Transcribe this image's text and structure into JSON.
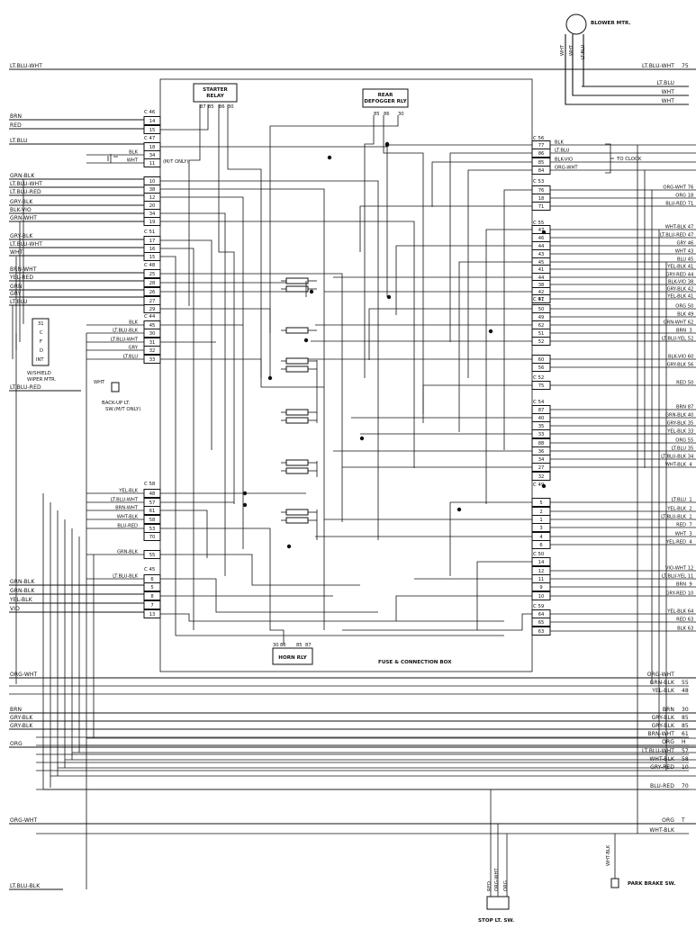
{
  "components": {
    "blower_motor": "BLOWER MTR.",
    "blower_wires": [
      "WHT",
      "WHT",
      "LT.BLU"
    ],
    "starter_relay": "STARTER RELAY",
    "starter_pins": [
      "87",
      "85",
      "86",
      "30"
    ],
    "defogger_relay": "REAR DEFOGGER RLY",
    "defogger_pins": [
      "85",
      "86",
      "30"
    ],
    "horn_relay": "HORN RLY",
    "horn_pins": [
      "30",
      "86",
      "85",
      "87"
    ],
    "fuse_box": "FUSE & CONNECTION BOX",
    "to_clock": "TO CLOCK",
    "mt_only": "(M/T ONLY)",
    "wiper_motor": "W/SHIELD WIPER MTR.",
    "wiper_pins": [
      "31",
      "C",
      "F",
      "D",
      "INT"
    ],
    "backup_switch": "BACK-UP LT. SW. (M/T ONLY)",
    "park_brake_switch": "PARK BRAKE SW.",
    "stop_light_switch": "STOP LT. SW.",
    "stop_wires": [
      "RED",
      "ORG-WHT",
      "ORG"
    ],
    "park_wire": "WHT-BLK"
  },
  "connectors": [
    "C 46",
    "C 47",
    "C 51",
    "C 48",
    "C 44",
    "C 58",
    "C 45",
    "C 56",
    "C 53",
    "C 55",
    "C 57",
    "C 52",
    "C 54",
    "C 49",
    "C 50",
    "C 59"
  ],
  "left_harness": [
    {
      "label": "LT.BLU-WHT"
    },
    {
      "label": "BRN"
    },
    {
      "label": "RED"
    },
    {
      "label": "LT.BLU"
    },
    {
      "label": "GRN-BLK"
    },
    {
      "label": "LT.BLU-WHT"
    },
    {
      "label": "LT.BLU-RED"
    },
    {
      "label": "GRY-BLK"
    },
    {
      "label": "BLK-VIO"
    },
    {
      "label": "GRN-WHT"
    },
    {
      "label": "GRY-BLK"
    },
    {
      "label": "LT.BLU-WHT"
    },
    {
      "label": "WHT"
    },
    {
      "label": "BRN-WHT"
    },
    {
      "label": "YEL-RED"
    },
    {
      "label": "GRN"
    },
    {
      "label": "GRY"
    },
    {
      "label": "LT.BLU"
    },
    {
      "label": "LT.BLU-RED"
    },
    {
      "label": "GRN-BLK"
    },
    {
      "label": "GRN-BLK"
    },
    {
      "label": "YEL-BLK"
    },
    {
      "label": "VIO"
    },
    {
      "label": "ORG-WHT"
    },
    {
      "label": "BRN"
    },
    {
      "label": "GRY-BLK"
    },
    {
      "label": "GRY-BLK"
    },
    {
      "label": "ORG"
    },
    {
      "label": "ORG-WHT"
    },
    {
      "label": "LT.BLU-BLK"
    }
  ],
  "left_pins": [
    {
      "pin": "14"
    },
    {
      "pin": "15"
    },
    {
      "pin": "18"
    },
    {
      "pin": "34",
      "label": "BLK"
    },
    {
      "pin": "11",
      "label": "WHT"
    },
    {
      "pin": "10"
    },
    {
      "pin": "38"
    },
    {
      "pin": "12"
    },
    {
      "pin": "20"
    },
    {
      "pin": "34"
    },
    {
      "pin": "19"
    },
    {
      "pin": "17"
    },
    {
      "pin": "16"
    },
    {
      "pin": "15"
    },
    {
      "pin": "25"
    },
    {
      "pin": "28"
    },
    {
      "pin": "26"
    },
    {
      "pin": "27"
    },
    {
      "pin": "29"
    },
    {
      "pin": "45",
      "label": "BLK"
    },
    {
      "pin": "30",
      "label": "LT.BLU-BLK"
    },
    {
      "pin": "31",
      "label": "LT.BLU-WHT"
    },
    {
      "pin": "32",
      "label": "GRY"
    },
    {
      "pin": "33",
      "label": "LT.BLU"
    },
    {
      "pin": "48",
      "label": "YEL-BLK"
    },
    {
      "pin": "57",
      "label": "LT.BLU-WHT"
    },
    {
      "pin": "61",
      "label": "BRN-WHT"
    },
    {
      "pin": "58",
      "label": "WHT-BLK"
    },
    {
      "pin": "53",
      "label": "BLU-RED"
    },
    {
      "pin": "70"
    },
    {
      "pin": "55",
      "label": "GRN-BLK"
    },
    {
      "pin": "6",
      "label": "LT.BLU-BLK"
    },
    {
      "pin": "5"
    },
    {
      "pin": "8"
    },
    {
      "pin": "7"
    },
    {
      "pin": "13"
    }
  ],
  "right_pins": [
    {
      "pin": "77",
      "label": "BLK"
    },
    {
      "pin": "86",
      "label": "LT.BLU"
    },
    {
      "pin": "85",
      "label": "BLK-VIO"
    },
    {
      "pin": "84",
      "label": "ORG-WHT"
    },
    {
      "pin": "76",
      "label": "ORG-WHT",
      "num": "76"
    },
    {
      "pin": "18",
      "label": "ORG",
      "num": "18"
    },
    {
      "pin": "71",
      "label": "BLU-RED",
      "num": "71"
    },
    {
      "pin": "47",
      "label": "WHT-BLK",
      "num": "47"
    },
    {
      "pin": "46",
      "label": "LT.BLU-RED",
      "num": "47"
    },
    {
      "pin": "44",
      "label": "GRY",
      "num": "46"
    },
    {
      "pin": "43",
      "label": "WHT",
      "num": "43"
    },
    {
      "pin": "45",
      "label": "BLU",
      "num": "45"
    },
    {
      "pin": "41",
      "label": "YEL-BLK",
      "num": "41"
    },
    {
      "pin": "44",
      "label": "GRY-RED",
      "num": "44"
    },
    {
      "pin": "38",
      "label": "BLK-VIO",
      "num": "38"
    },
    {
      "pin": "42",
      "label": "GRY-BLK",
      "num": "42"
    },
    {
      "pin": "41",
      "label": "YEL-BLK",
      "num": "41"
    },
    {
      "pin": "50",
      "label": "ORG",
      "num": "50"
    },
    {
      "pin": "49",
      "label": "BLK",
      "num": "49"
    },
    {
      "pin": "62",
      "label": "GRN-WHT",
      "num": "62"
    },
    {
      "pin": "51",
      "label": "BRN",
      "num": "3"
    },
    {
      "pin": "52",
      "label": "LT.BLU-YEL",
      "num": "52"
    },
    {
      "pin": "60",
      "label": "BLK-VIO",
      "num": "60"
    },
    {
      "pin": "56",
      "label": "GRY-BLK",
      "num": "56"
    },
    {
      "pin": "75",
      "label": "RED",
      "num": "50"
    },
    {
      "pin": "87",
      "label": "BRN",
      "num": "87"
    },
    {
      "pin": "40",
      "label": "GRN-BLK",
      "num": "40"
    },
    {
      "pin": "35",
      "label": "GRY-BLK",
      "num": "35"
    },
    {
      "pin": "33",
      "label": "YEL-BLK",
      "num": "33"
    },
    {
      "pin": "88",
      "label": "ORG",
      "num": "55"
    },
    {
      "pin": "36",
      "label": "LT.BLU",
      "num": "35"
    },
    {
      "pin": "34",
      "label": "LT.BLU-BLK",
      "num": "34"
    },
    {
      "pin": "27",
      "label": "WHT-BLK",
      "num": "4"
    },
    {
      "pin": "32"
    },
    {
      "pin": "5",
      "label": "LT.BLU",
      "num": "1"
    },
    {
      "pin": "2",
      "label": "YEL-BLK",
      "num": "2"
    },
    {
      "pin": "1",
      "label": "LT.BLU-BLK",
      "num": "1"
    },
    {
      "pin": "3",
      "label": "RED",
      "num": "7"
    },
    {
      "pin": "4",
      "label": "WHT",
      "num": "3"
    },
    {
      "pin": "6",
      "label": "YEL-RED",
      "num": "4"
    },
    {
      "pin": "14"
    },
    {
      "pin": "12",
      "label": "VIO-WHT",
      "num": "12"
    },
    {
      "pin": "11",
      "label": "LT.BLU-YEL",
      "num": "11"
    },
    {
      "pin": "9",
      "label": "BRN",
      "num": "9"
    },
    {
      "pin": "10",
      "label": "GRY-RED",
      "num": "10"
    },
    {
      "pin": "64",
      "label": "YEL-BLK",
      "num": "64"
    },
    {
      "pin": "65",
      "label": "RED",
      "num": "63"
    },
    {
      "pin": "63",
      "label": "BLK",
      "num": "63"
    }
  ],
  "right_harness": [
    {
      "label": "LT.BLU-WHT",
      "num": "75"
    },
    {
      "label": "LT.BLU"
    },
    {
      "label": "WHT"
    },
    {
      "label": "WHT"
    },
    {
      "label": "ORG-WHT"
    },
    {
      "label": "GRN-BLK",
      "num": "55"
    },
    {
      "label": "YEL-BLK",
      "num": "48"
    },
    {
      "label": "BRN",
      "num": "30"
    },
    {
      "label": "GRY-BLK",
      "num": "85"
    },
    {
      "label": "GRY-BLK",
      "num": "85"
    },
    {
      "label": "BRN-WHT",
      "num": "61"
    },
    {
      "label": "ORG",
      "num": "H"
    },
    {
      "label": "LT.BLU-WHT",
      "num": "57"
    },
    {
      "label": "WHT-BLK",
      "num": "58"
    },
    {
      "label": "GRY-RED",
      "num": "10"
    },
    {
      "label": "BLU-RED",
      "num": "70"
    },
    {
      "label": "ORG",
      "num": "T"
    },
    {
      "label": "WHT-BLK"
    }
  ]
}
